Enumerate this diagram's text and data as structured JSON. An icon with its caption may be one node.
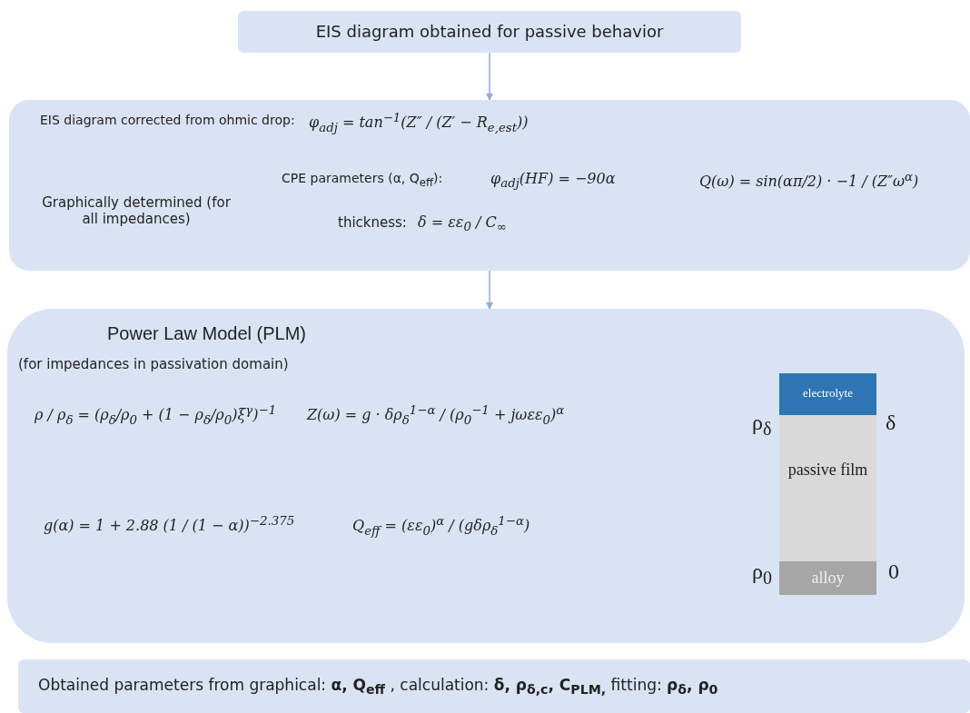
{
  "diagram": {
    "nodes": [
      {
        "text": [
          "EIS diagram obtained for passive behavior"
        ]
      },
      {
        "text": [
          "EIS diagram corrected from ohmic drop:",
          "φ$_{adj}$ = tan$^{−1}$(Z″ / (Z′ − R$_{e,est}$))",
          "Graphically determined (for all impedances)",
          "CPE parameters (α, Q$_{eff}$):",
          "φ$_{adj}$(HF) = −90α",
          "Q(ω) = sin(απ/2) · −1 / (Z″ω$^{α}$)",
          "thickness:",
          "δ = εε$_{0}$ / C$_{∞}$"
        ]
      },
      {
        "text": [
          "Power Law Model (PLM)",
          "(for impedances in passivation domain)",
          "ρ / ρ$_{δ}$ = (ρ$_{δ}$/ρ$_{0}$ + (1 − ρ$_{δ}$/ρ$_{0}$)ξ$^{γ}$)$^{−1}$",
          "Z(ω) = g · δρ$_{δ}$$^{1−α}$ / (ρ$_{0}$$^{−1}$ + jωεε$_{0}$)$^{α}$",
          "g(α) = 1 + 2.88 (1 / (1 − α))$^{−2.375}$",
          "Q$_{eff}$ = (εε$_{0}$)$^{α}$ / (gδρ$_{δ}$$^{1−α}$)"
        ]
      },
      {
        "text": [
          "electrolyte"
        ],
        "in": 2
      },
      {
        "text": [
          "passive film"
        ],
        "in": 2
      },
      {
        "text": [
          "alloy"
        ],
        "in": 2
      },
      {
        "text": [
          "Obtained parameters from   graphical: **α, Q$_{eff}$** , calculation: **δ, ρ$_{δ,c}$, C$_{PLM,}$** fitting: **ρ$_{δ}$, ρ$_{0}$**"
        ]
      }
    ],
    "edges": [
      {
        "from": 0,
        "to": 1,
        "arrow": "to"
      },
      {
        "from": 1,
        "to": 2,
        "arrow": "to"
      }
    ],
    "labels": [
      "ρ$_{δ}$",
      "δ",
      "ρ$_{0}$",
      "0"
    ]
  }
}
